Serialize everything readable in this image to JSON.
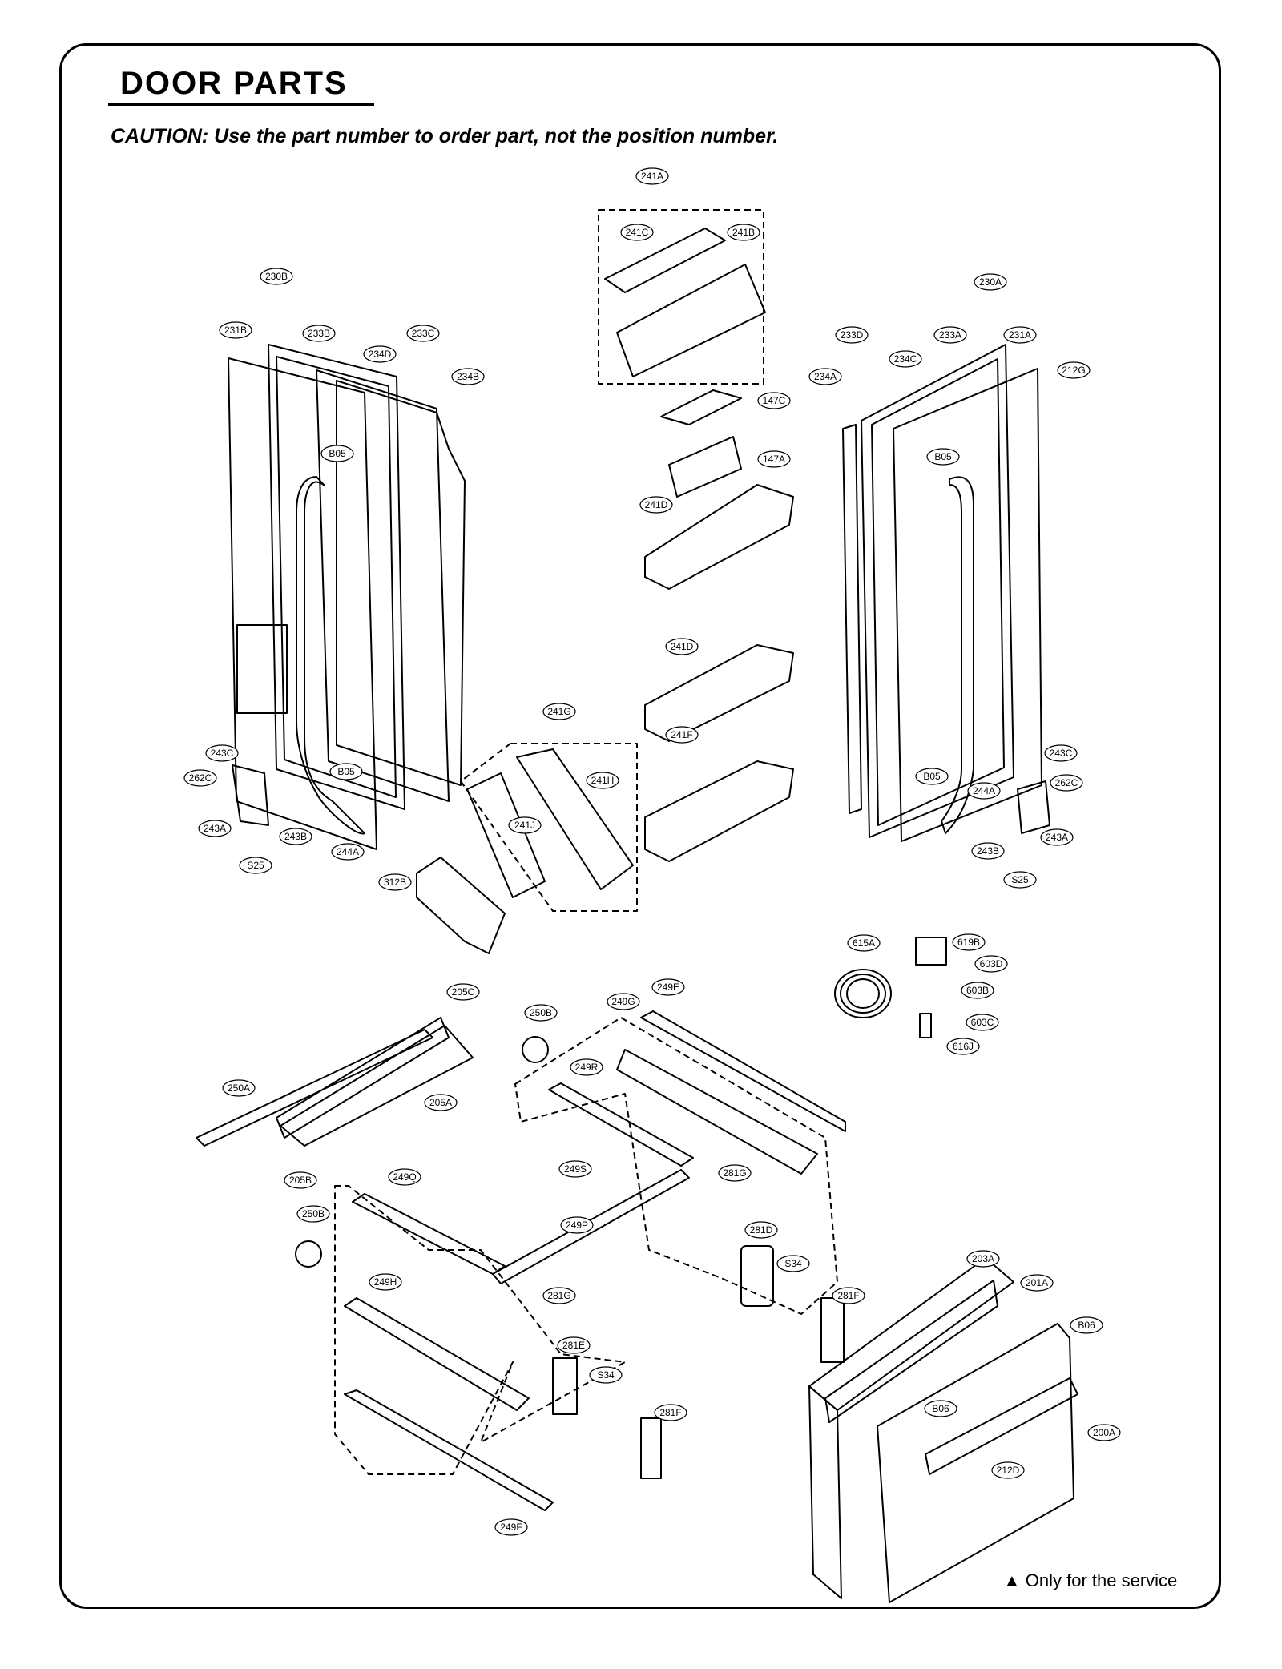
{
  "title": "DOOR PARTS",
  "caution": "CAUTION: Use the part number to order part, not the position number.",
  "legend": {
    "symbol": "▲",
    "text": "Only for the service"
  },
  "labels": [
    "241A",
    "241C",
    "241B",
    "230B",
    "230A",
    "231B",
    "233B",
    "233C",
    "234D",
    "234B",
    "233D",
    "233A",
    "231A",
    "234C",
    "212G",
    "234A",
    "147C",
    "147A",
    "B05",
    "B05",
    "241D",
    "241D",
    "241G",
    "241H",
    "241J",
    "241F",
    "243C",
    "262C",
    "243A",
    "243B",
    "S25",
    "B05",
    "244A",
    "312B",
    "B05",
    "243C",
    "262C",
    "244A",
    "243B",
    "243A",
    "S25",
    "615A",
    "619B",
    "603D",
    "603B",
    "603C",
    "616J",
    "205C",
    "250B",
    "249G",
    "249E",
    "250A",
    "205A",
    "249R",
    "205B",
    "249Q",
    "249S",
    "281G",
    "249P",
    "250B",
    "281D",
    "S34",
    "281G",
    "249H",
    "281E",
    "S34",
    "281F",
    "281F",
    "203A",
    "201A",
    "B06",
    "B06",
    "200A",
    "212D",
    "249F"
  ]
}
